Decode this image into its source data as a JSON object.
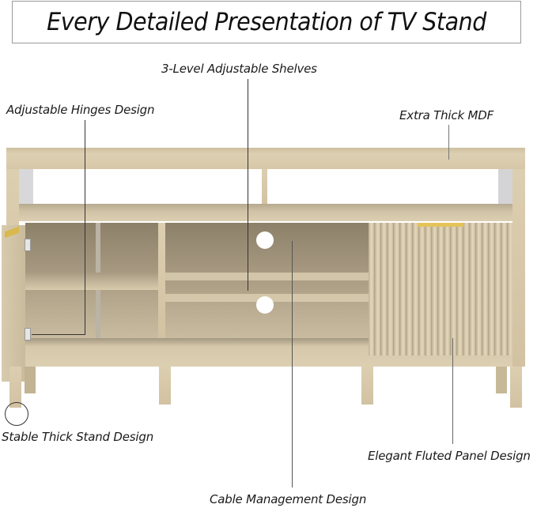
{
  "title": "Every Detailed Presentation of TV Stand",
  "callouts": {
    "shelves": "3-Level Adjustable Shelves",
    "hinges": "Adjustable Hinges Design",
    "mdf": "Extra Thick MDF",
    "stand": "Stable Thick Stand Design",
    "fluted": "Elegant Fluted Panel Design",
    "cable": "Cable Management Design"
  },
  "colors": {
    "wood_light": "#dccdae",
    "wood_shadow": "#8d8069",
    "handle_gold": "#e4c35a",
    "line": "#333333"
  }
}
